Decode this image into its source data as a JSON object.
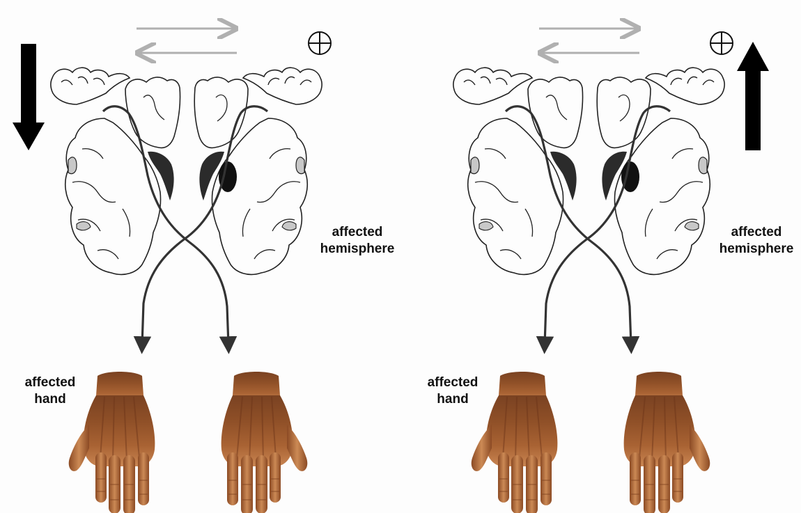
{
  "panels": [
    {
      "hemisphere_label_line1": "affected",
      "hemisphere_label_line2": "hemisphere",
      "hand_label_line1": "affected",
      "hand_label_line2": "hand",
      "excitability_symbol": "⊕",
      "excitability_arrow_direction": "down",
      "interhemispheric_arrows_icon": "bidirectional-arrows-icon"
    },
    {
      "hemisphere_label_line1": "affected",
      "hemisphere_label_line2": "hemisphere",
      "hand_label_line1": "affected",
      "hand_label_line2": "hand",
      "excitability_symbol": "⊕",
      "excitability_arrow_direction": "up",
      "interhemispheric_arrows_icon": "bidirectional-arrows-icon"
    }
  ],
  "colors": {
    "outline": "#222222",
    "ventricle": "#2b2b2b",
    "gray_arrows": "#b0b0b0",
    "lesion_fill": "#111111",
    "insula_fill": "#c8c8c8",
    "skin_base": "#8a4a22",
    "skin_light": "#c27a45"
  }
}
